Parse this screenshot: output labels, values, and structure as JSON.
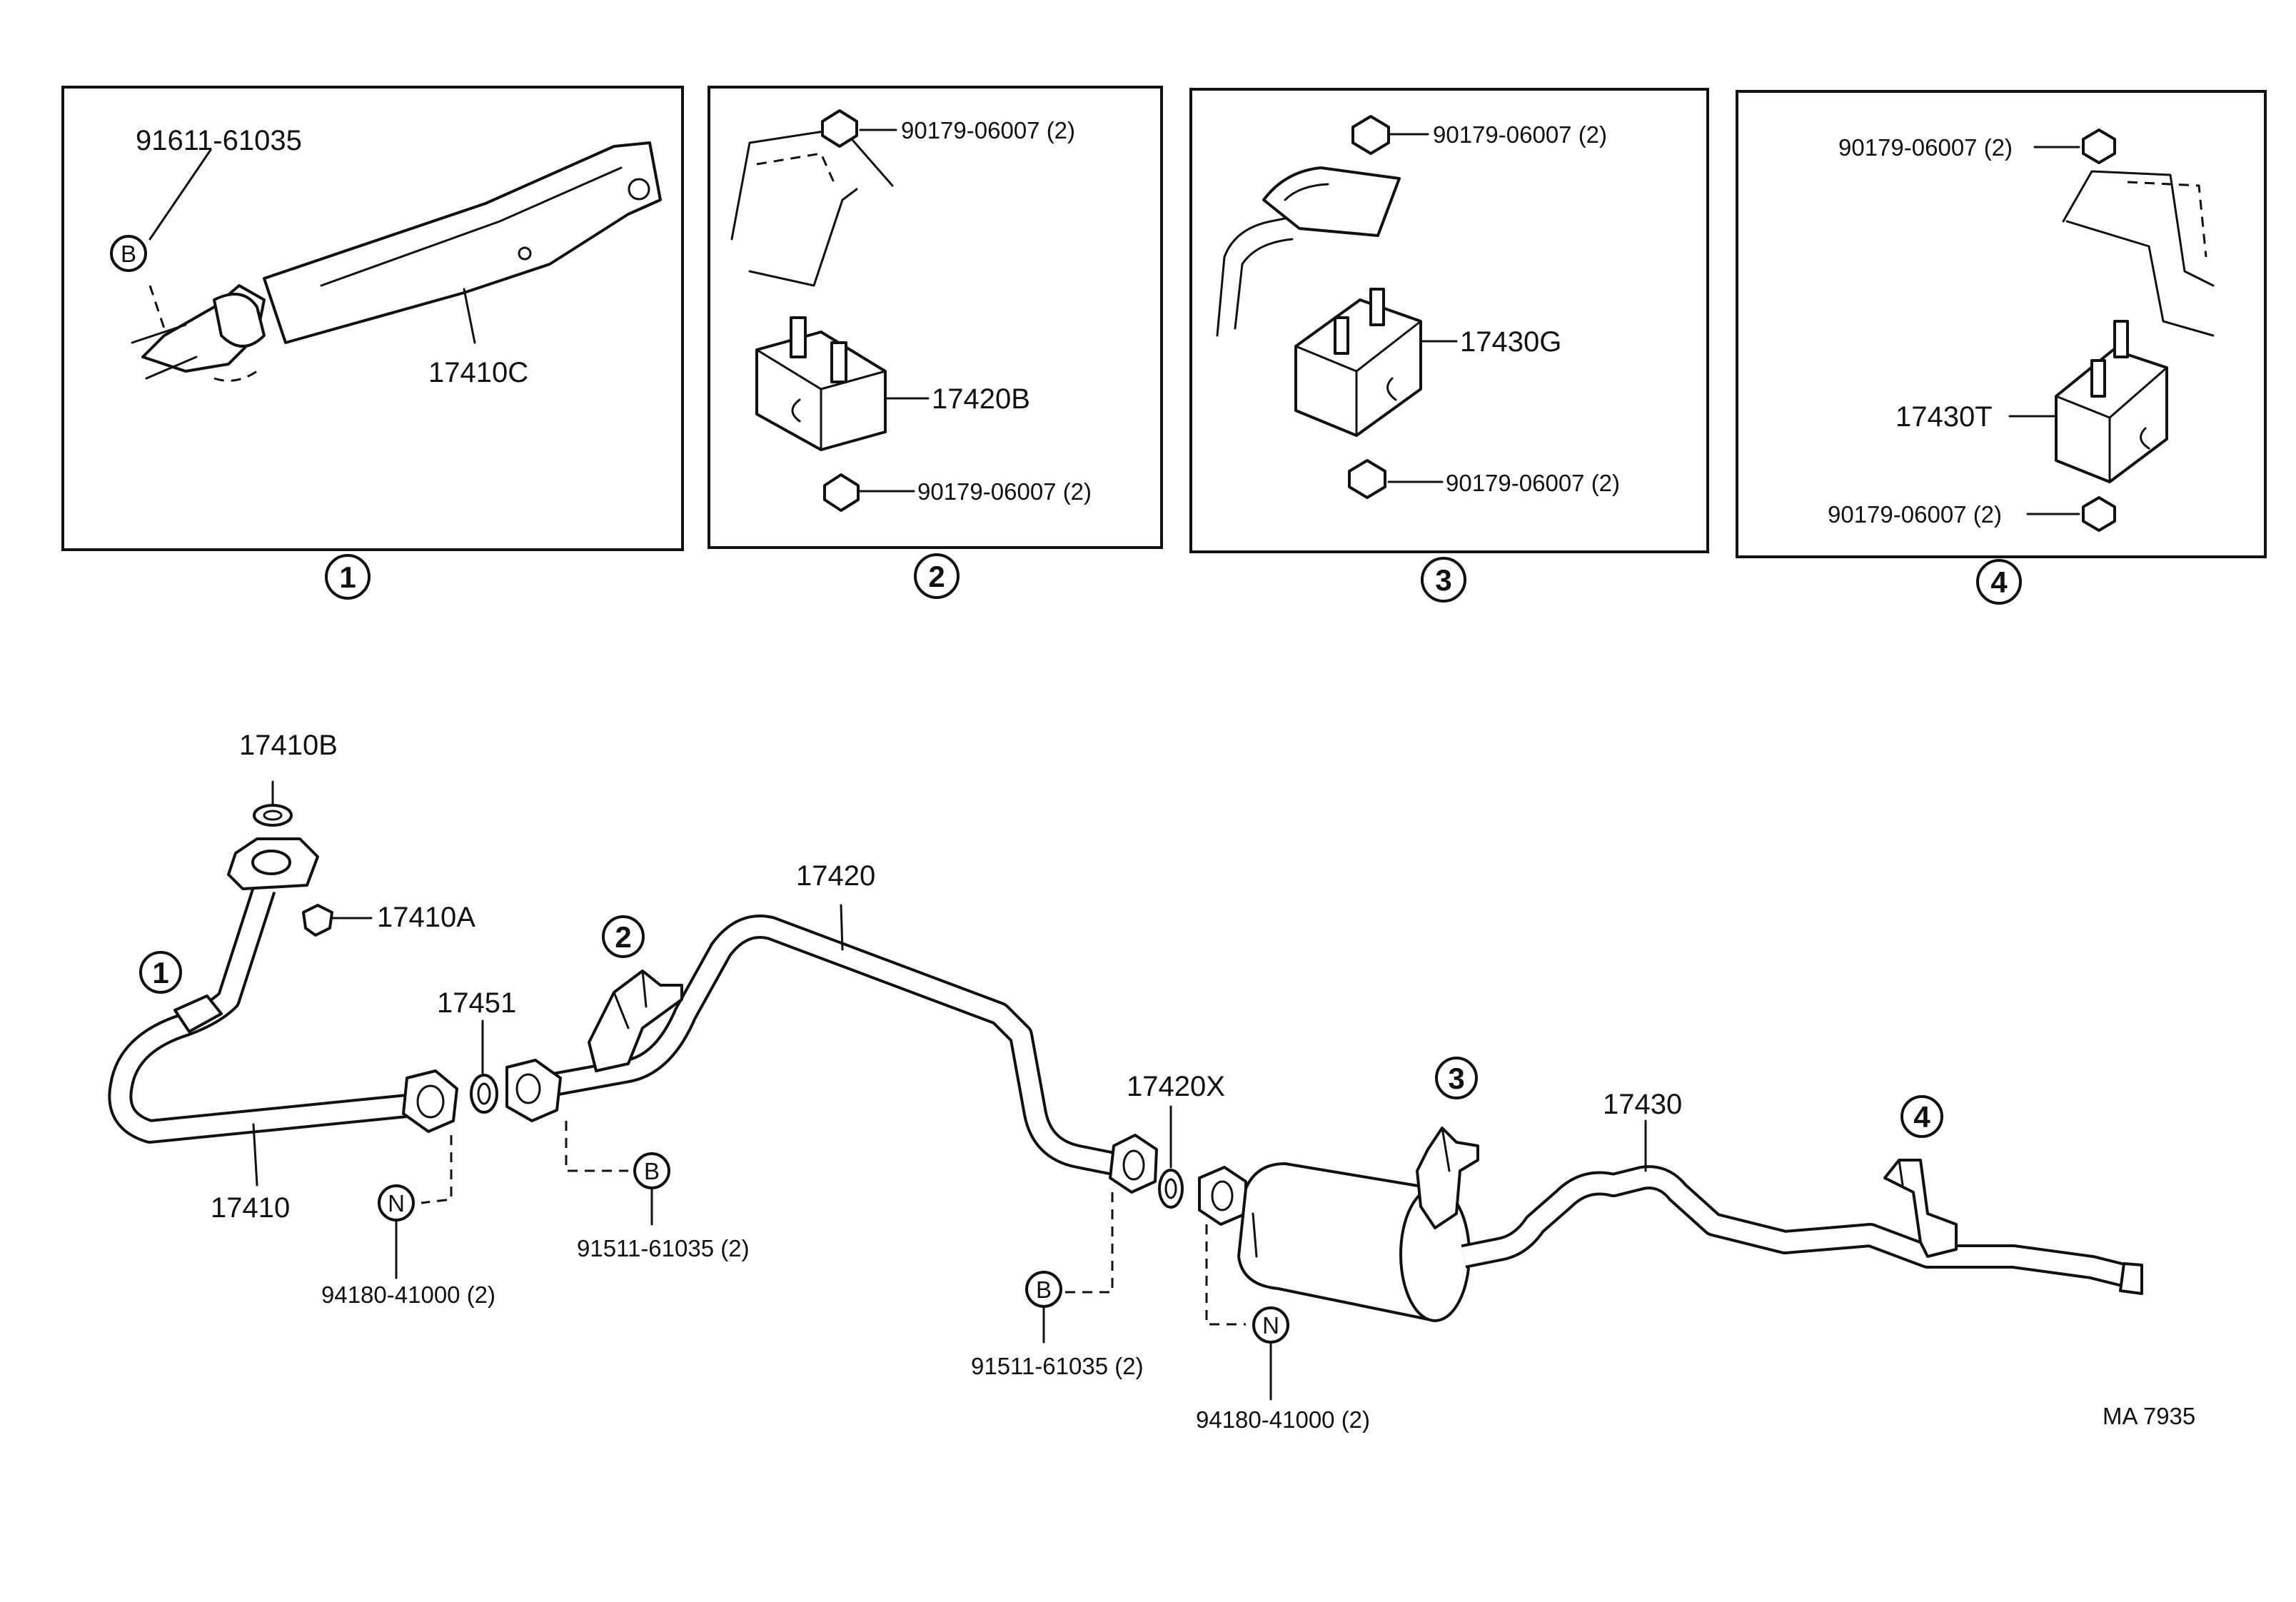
{
  "insets": [
    {
      "id": "1",
      "circle_label": "1",
      "labels": {
        "stud": "91611-61035",
        "marker": "B",
        "part": "17410C"
      }
    },
    {
      "id": "2",
      "circle_label": "2",
      "labels": {
        "nut_top": "90179-06007 (2)",
        "part": "17420B",
        "nut_bottom": "90179-06007 (2)"
      }
    },
    {
      "id": "3",
      "circle_label": "3",
      "labels": {
        "nut_top": "90179-06007 (2)",
        "part": "17430G",
        "nut_bottom": "90179-06007 (2)"
      }
    },
    {
      "id": "4",
      "circle_label": "4",
      "labels": {
        "nut_top": "90179-06007 (2)",
        "part": "17430T",
        "nut_bottom": "90179-06007 (2)"
      }
    }
  ],
  "main": {
    "labels": {
      "gasket_top": "17410B",
      "nut": "17410A",
      "front_pipe": "17410",
      "gasket_mid": "17451",
      "center_pipe": "17420",
      "gasket_rear": "17420X",
      "tail_pipe": "17430",
      "nut_n_1": "94180-41000 (2)",
      "bolt_b_1": "91511-61035 (2)",
      "bolt_b_2": "91511-61035 (2)",
      "nut_n_2": "94180-41000 (2)"
    },
    "markers": {
      "b": "B",
      "n": "N"
    },
    "callouts": [
      "1",
      "2",
      "3",
      "4"
    ]
  },
  "diagram_code": "MA 7935"
}
